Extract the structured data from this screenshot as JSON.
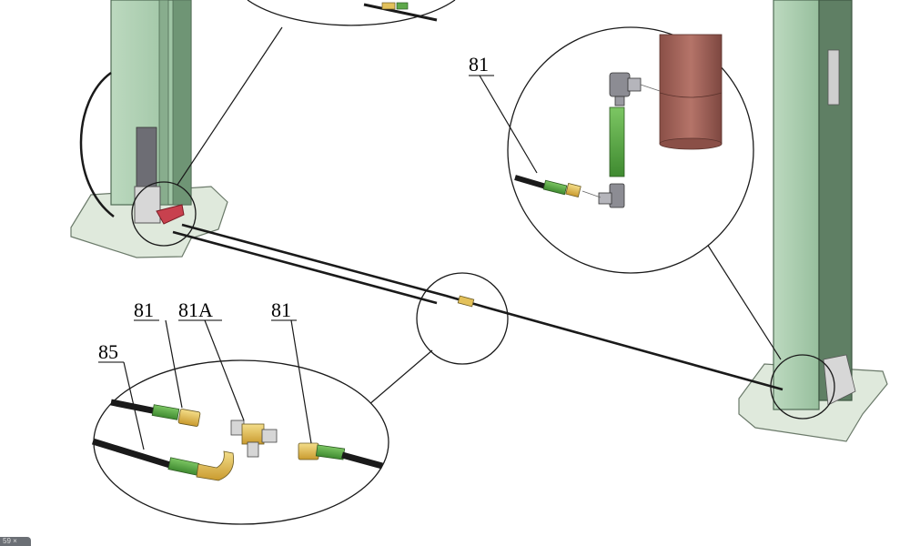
{
  "diagram": {
    "title": "Hydraulic hose routing between lift posts",
    "callouts": {
      "upper_right": "81",
      "lower_left_81": "81",
      "lower_81a": "81A",
      "lower_right_81": "81",
      "lower_85": "85"
    },
    "colors": {
      "post": "#a9ccae",
      "post_dark": "#5f7f64",
      "base_plate": "#dfe9dc",
      "hose": "#1a1a1a",
      "ferrule": "#5ea84a",
      "fitting": "#e3c15a",
      "cylinder": "#9b5f55",
      "red_bracket": "#c8414e"
    }
  },
  "corner_tag": "59 ×"
}
